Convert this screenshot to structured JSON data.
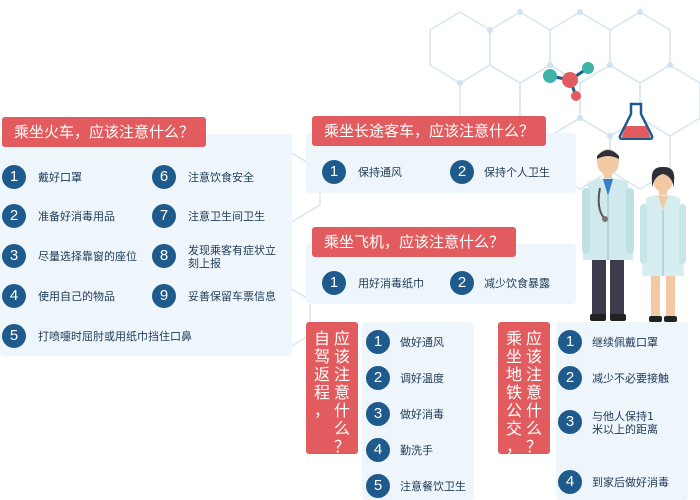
{
  "train": {
    "title": "乘坐火车，应该注意什么？",
    "items": [
      {
        "num": "1",
        "text": "戴好口罩"
      },
      {
        "num": "2",
        "text": "准备好消毒用品"
      },
      {
        "num": "3",
        "text": "尽量选择靠窗的座位"
      },
      {
        "num": "4",
        "text": "使用自己的物品"
      },
      {
        "num": "5",
        "text": "打喷嚏时屈肘或用纸巾挡住口鼻"
      },
      {
        "num": "6",
        "text": "注意饮食安全"
      },
      {
        "num": "7",
        "text": "注意卫生间卫生"
      },
      {
        "num": "8",
        "text": "发现乘客有症状立刻上报"
      },
      {
        "num": "9",
        "text": "妥善保留车票信息"
      }
    ]
  },
  "bus": {
    "title": "乘坐长途客车，应该注意什么？",
    "items": [
      {
        "num": "1",
        "text": "保持通风"
      },
      {
        "num": "2",
        "text": "保持个人卫生"
      }
    ]
  },
  "plane": {
    "title": "乘坐飞机，应该注意什么？",
    "items": [
      {
        "num": "1",
        "text": "用好消毒纸巾"
      },
      {
        "num": "2",
        "text": "减少饮食暴露"
      }
    ]
  },
  "car": {
    "title_col1": "自驾返程，",
    "title_col2": "应该注意什么？",
    "items": [
      {
        "num": "1",
        "text": "做好通风"
      },
      {
        "num": "2",
        "text": "调好温度"
      },
      {
        "num": "3",
        "text": "做好消毒"
      },
      {
        "num": "4",
        "text": "勤洗手"
      },
      {
        "num": "5",
        "text": "注意餐饮卫生"
      }
    ]
  },
  "subway": {
    "title_col1": "乘坐地铁公交，",
    "title_col2": "应该注意什么？",
    "items": [
      {
        "num": "1",
        "text": "继续佩戴口罩"
      },
      {
        "num": "2",
        "text": "减少不必要接触"
      },
      {
        "num": "3",
        "text": "与他人保持1米以上的距离"
      },
      {
        "num": "4",
        "text": "到家后做好消毒"
      }
    ]
  },
  "colors": {
    "title_red": "#e25c5f",
    "number_blue": "#1e5a8c",
    "card_bg": "#eef5fb",
    "molecule_teal": "#3fb3a8",
    "molecule_red": "#e25c5f"
  },
  "icons": [
    "molecule-icon",
    "flask-icon",
    "male-doctor-icon",
    "female-doctor-icon"
  ]
}
